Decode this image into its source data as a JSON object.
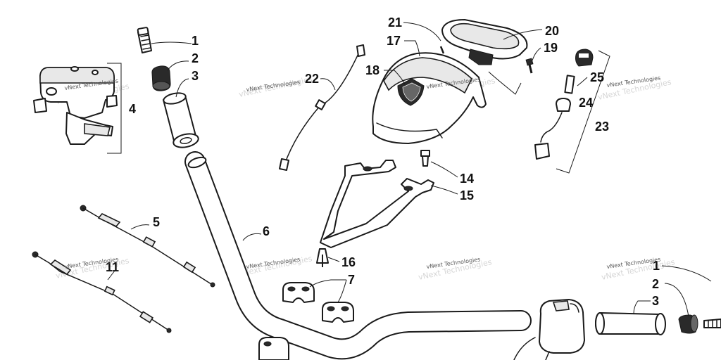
{
  "diagram": {
    "callouts": [
      {
        "id": "c1",
        "number": "1"
      },
      {
        "id": "c2",
        "number": "2"
      },
      {
        "id": "c3",
        "number": "3"
      },
      {
        "id": "c4",
        "number": "4"
      },
      {
        "id": "c5",
        "number": "5"
      },
      {
        "id": "c6",
        "number": "6"
      },
      {
        "id": "c7",
        "number": "7"
      },
      {
        "id": "c11",
        "number": "11"
      },
      {
        "id": "c14",
        "number": "14"
      },
      {
        "id": "c15",
        "number": "15"
      },
      {
        "id": "c16",
        "number": "16"
      },
      {
        "id": "c17",
        "number": "17"
      },
      {
        "id": "c18",
        "number": "18"
      },
      {
        "id": "c19",
        "number": "19"
      },
      {
        "id": "c20",
        "number": "20"
      },
      {
        "id": "c21",
        "number": "21"
      },
      {
        "id": "c22",
        "number": "22"
      },
      {
        "id": "c23",
        "number": "23"
      },
      {
        "id": "c24",
        "number": "24"
      },
      {
        "id": "c25",
        "number": "25"
      },
      {
        "id": "c1b",
        "number": "1"
      },
      {
        "id": "c2b",
        "number": "2"
      },
      {
        "id": "c3b",
        "number": "3"
      }
    ],
    "watermark": "vNext Technologies"
  }
}
